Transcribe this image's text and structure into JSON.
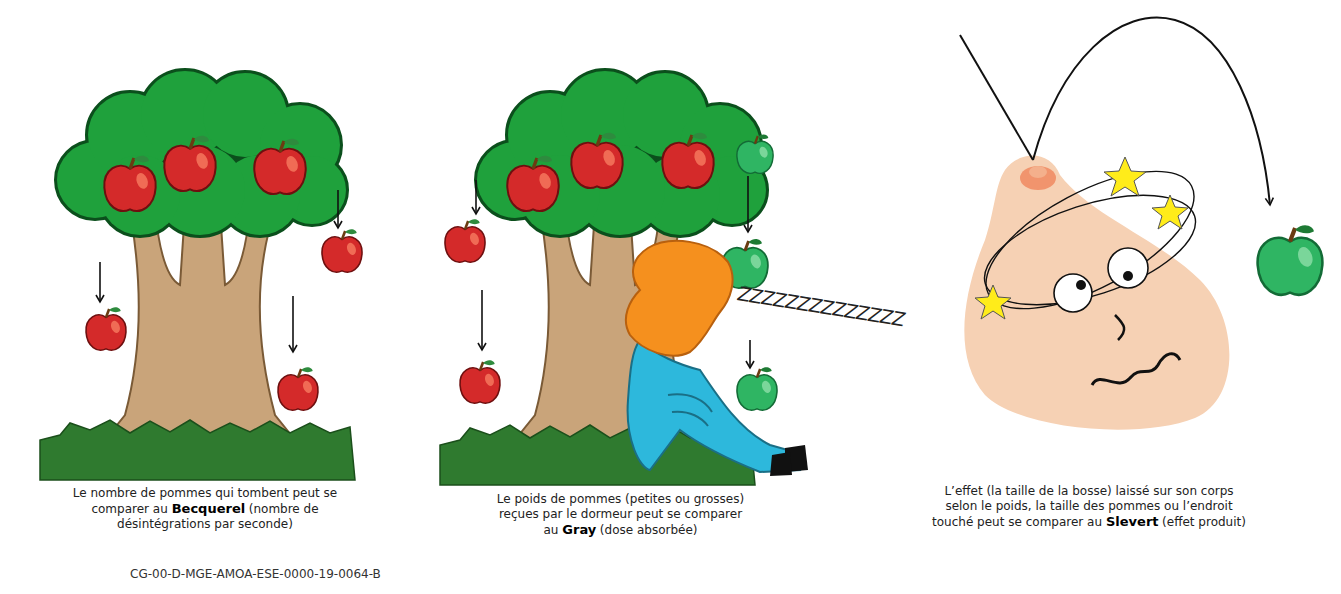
{
  "diagram": {
    "labels": [
      "ZZZZZZZZZZZZZZ",
      "Le nombre de pommes qui tombent peut se comparer au",
      "Becquerel",
      "(nombre de désintégrations par seconde)",
      "Le poids de pommes (petites ou grosses) reçues par le dormeur peut se comparer au",
      "Gray",
      "(dose absorbée)",
      "L’effet (la taille de la bosse) laissé sur son corps selon le poids, la taille des pommes ou l’endroit touché peut se comparer au",
      "Slevert",
      "(effet produit)",
      "CG-00-D-MGE-AMOA-ESE-0000-19-0064-B"
    ]
  }
}
